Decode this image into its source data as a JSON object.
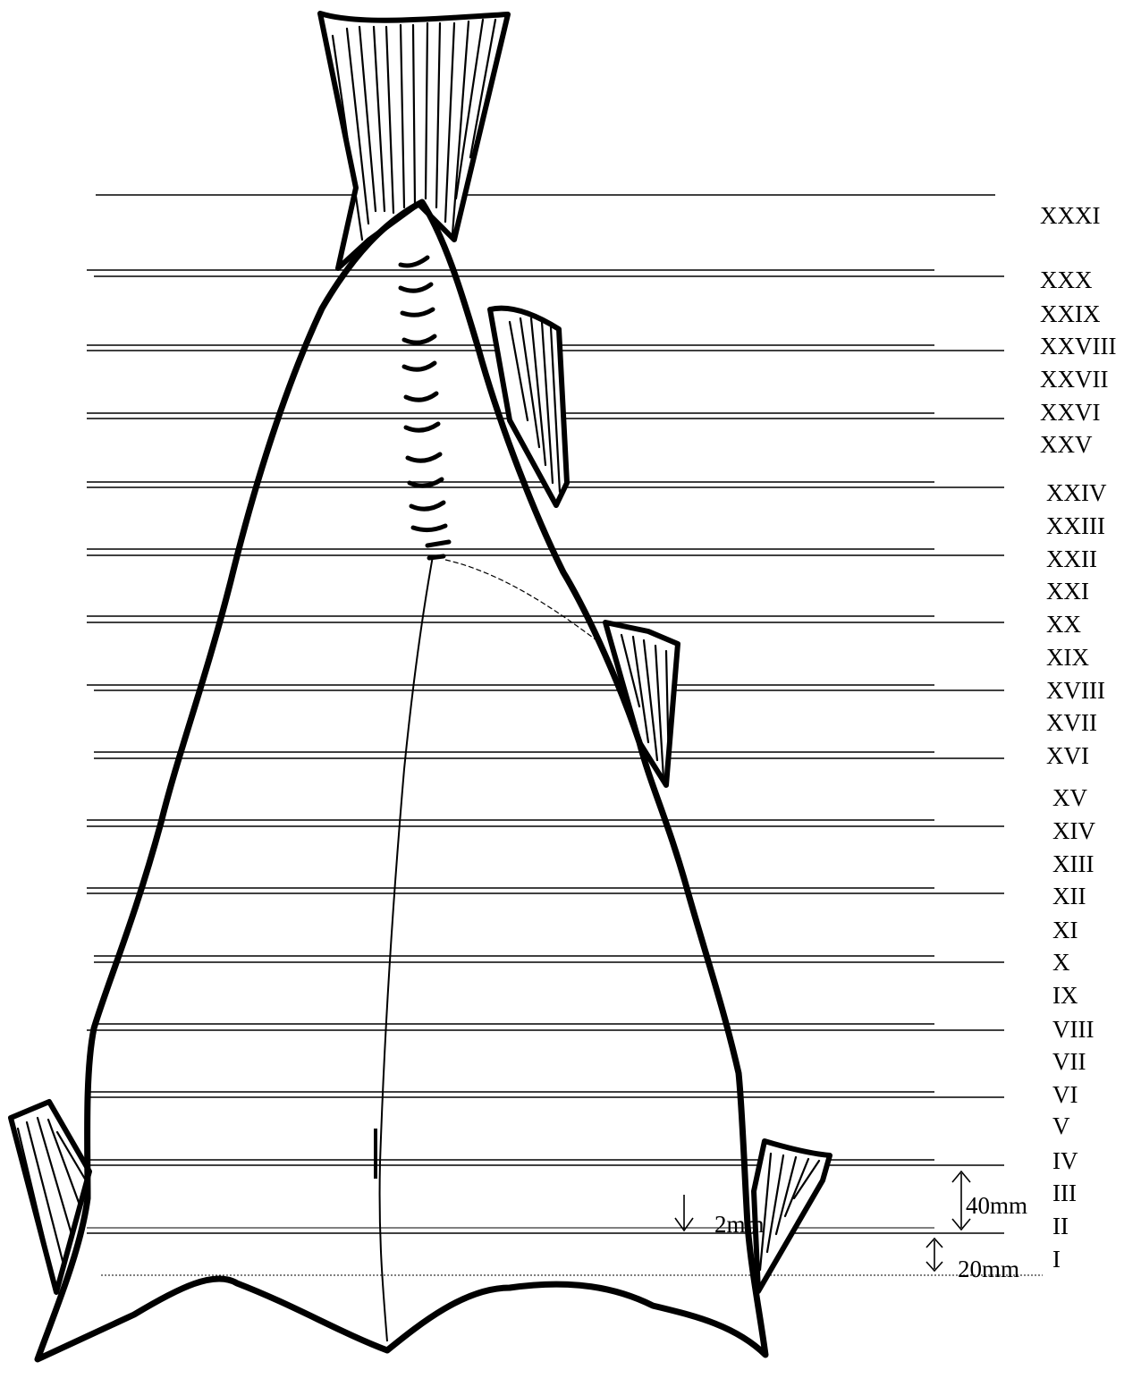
{
  "zones": [
    "XXXI",
    "XXX",
    "XXIX",
    "XXVIII",
    "XXVII",
    "XXVI",
    "XXV",
    "XXIV",
    "XXIII",
    "XXII",
    "XXI",
    "XX",
    "XIX",
    "XVIII",
    "XVII",
    "XVI",
    "XV",
    "XIV",
    "XIII",
    "XII",
    "XI",
    "X",
    "IX",
    "VIII",
    "VII",
    "VI",
    "V",
    "IV",
    "III",
    "II",
    "I"
  ],
  "dimensions": {
    "zone_spacing": "40mm",
    "first_zone": "20mm",
    "offset": "2mm"
  },
  "colors": {
    "ink": "#000000",
    "paper": "#ffffff"
  }
}
